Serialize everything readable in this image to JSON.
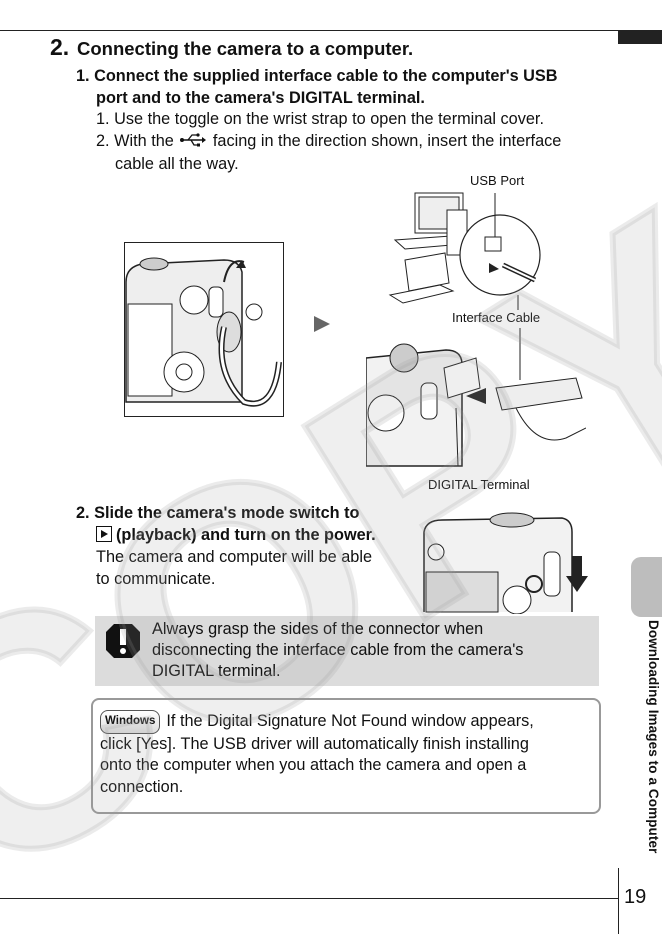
{
  "section": {
    "number": "2.",
    "title": "Connecting the camera to a computer."
  },
  "step1": {
    "line1": "1. Connect the supplied interface cable to the computer's USB",
    "line2": "port and to the camera's DIGITAL terminal.",
    "sub1": "1. Use the toggle on the wrist strap to open the terminal cover.",
    "sub2_a": "2. With the",
    "sub2_b": "facing in the direction shown, insert the interface",
    "sub2_c": "cable all the way."
  },
  "figure_labels": {
    "usb_port": "USB Port",
    "interface_cable": "Interface Cable",
    "digital_terminal": "DIGITAL Terminal"
  },
  "step2": {
    "line1": "2. Slide the camera's mode switch to",
    "line2": "(playback) and turn on the power.",
    "desc1": "The camera and computer will be able",
    "desc2": "to communicate."
  },
  "caution": {
    "line1": "Always grasp the sides of the connector when",
    "line2": "disconnecting the interface cable from the camera's",
    "line3": "DIGITAL terminal."
  },
  "windows_note": {
    "badge": "Windows",
    "line1": "If the Digital Signature Not Found window appears,",
    "line2": "click [Yes]. The USB driver will automatically finish installing",
    "line3": "onto the computer when you attach the camera and open a",
    "line4": "connection."
  },
  "side_label": "Downloading Images to a Computer",
  "page_number": "19",
  "watermark_text": "COPY",
  "colors": {
    "caution_bg": "#dcdcdc",
    "side_tab": "#bdbdbd",
    "watermark": "#d0d0d0"
  }
}
